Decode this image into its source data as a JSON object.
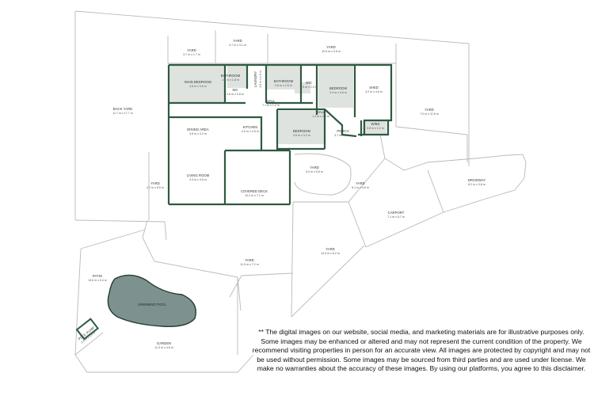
{
  "colors": {
    "wall": "#2e5a40",
    "room_fill": "#dfe3df",
    "outline": "#b9b9b9",
    "pool": "#7d918f"
  },
  "rooms": [
    {
      "id": "yard-top-left",
      "label": "YARD",
      "dim": "3.7 m x 1.7 m"
    },
    {
      "id": "yard-top-mid",
      "label": "YARD",
      "dim": "4.7 m x 3.1 m"
    },
    {
      "id": "yard-top-right",
      "label": "YARD",
      "dim": "10.5 m x 2.6 m"
    },
    {
      "id": "back-yard",
      "label": "BACK YARD",
      "dim": "11.7 m x 17.7 m"
    },
    {
      "id": "main-bedroom",
      "label": "MAIN BEDROOM",
      "dim": "4.8 m x 3.6 m"
    },
    {
      "id": "bathroom-1",
      "label": "BATHROOM",
      "dim": "1.8 m x 1.8 m"
    },
    {
      "id": "laundry",
      "label": "LAUNDRY",
      "dim": "1.5 m x 1.0 m"
    },
    {
      "id": "bathroom-2",
      "label": "BATHROOM",
      "dim": "2.6 m x 2.6 m"
    },
    {
      "id": "wc",
      "label": "W/C",
      "dim": "1.9 m x 1.0 m"
    },
    {
      "id": "bedroom-1",
      "label": "BEDROOM",
      "dim": "2.3 m x 4.6 m"
    },
    {
      "id": "shed",
      "label": "SHED",
      "dim": "3.2 m x 4.6 m"
    },
    {
      "id": "yard-right",
      "label": "YARD",
      "dim": "7.0 m x 11.8 m"
    },
    {
      "id": "ensuite",
      "label": "WC",
      "dim": "1.6 m x 0.8 m"
    },
    {
      "id": "hall-1",
      "label": "HALL",
      "dim": "7.1 m x 1.2 m"
    },
    {
      "id": "hall-2",
      "label": "HALL",
      "dim": "1.4 m x 2.8 m"
    },
    {
      "id": "dining",
      "label": "DINING AREA",
      "dim": "4.6 m x 3.2 m"
    },
    {
      "id": "kitchen",
      "label": "KITCHEN",
      "dim": "4.0 m x 2.5 m"
    },
    {
      "id": "bedroom-2",
      "label": "BEDROOM",
      "dim": "3.6 m x 3.2 m"
    },
    {
      "id": "porch",
      "label": "PORCH",
      "dim": "3.7 m x 2.0 m"
    },
    {
      "id": "wcb",
      "label": "W/BS",
      "dim": "2.8 m x 1.2 m"
    },
    {
      "id": "living",
      "label": "LIVING ROOM",
      "dim": "4.3 m x 4.6 m"
    },
    {
      "id": "yard-left-small",
      "label": "YARD",
      "dim": "2.7 m x 8.5 m"
    },
    {
      "id": "covered-deck",
      "label": "COVERED DECK",
      "dim": "10.2 m x 7.1 m"
    },
    {
      "id": "yard-front",
      "label": "YARD",
      "dim": "9.0 m x 5.6 m"
    },
    {
      "id": "yard-front-right",
      "label": "YARD",
      "dim": "8.1 m x 9.8 m"
    },
    {
      "id": "driveway",
      "label": "DRIVEWAY",
      "dim": "8.2 m x 3.6 m"
    },
    {
      "id": "carport",
      "label": "CARPORT",
      "dim": "7.1 m x 5.7 m"
    },
    {
      "id": "yard-bottom-right",
      "label": "YARD",
      "dim": "14.9 m x 6.2 m"
    },
    {
      "id": "yard-bottom",
      "label": "YARD",
      "dim": "11.9 m x 7.2 m"
    },
    {
      "id": "patio",
      "label": "PATIO",
      "dim": "13.6 m x 9.4 m"
    },
    {
      "id": "swimming-pool",
      "label": "SWIMMING POOL",
      "dim": ""
    },
    {
      "id": "pool-pump",
      "label": "POOL PUMP",
      "dim": "2.5 m x 1.5 m"
    },
    {
      "id": "garden",
      "label": "GARDEN",
      "dim": "11.3 m x 4.6 m"
    }
  ],
  "disclaimer": "** The digital images on our website, social media, and marketing materials are for illustrative purposes only. Some images may be enhanced or altered and may not represent the current condition of the property. We recommend visiting properties in person for an accurate view.  All images are protected by copyright and may not be used without permission. Some images may be sourced from third parties and are used under license. We make no warranties about the accuracy of these images.  By using our platforms, you agree to this disclaimer."
}
